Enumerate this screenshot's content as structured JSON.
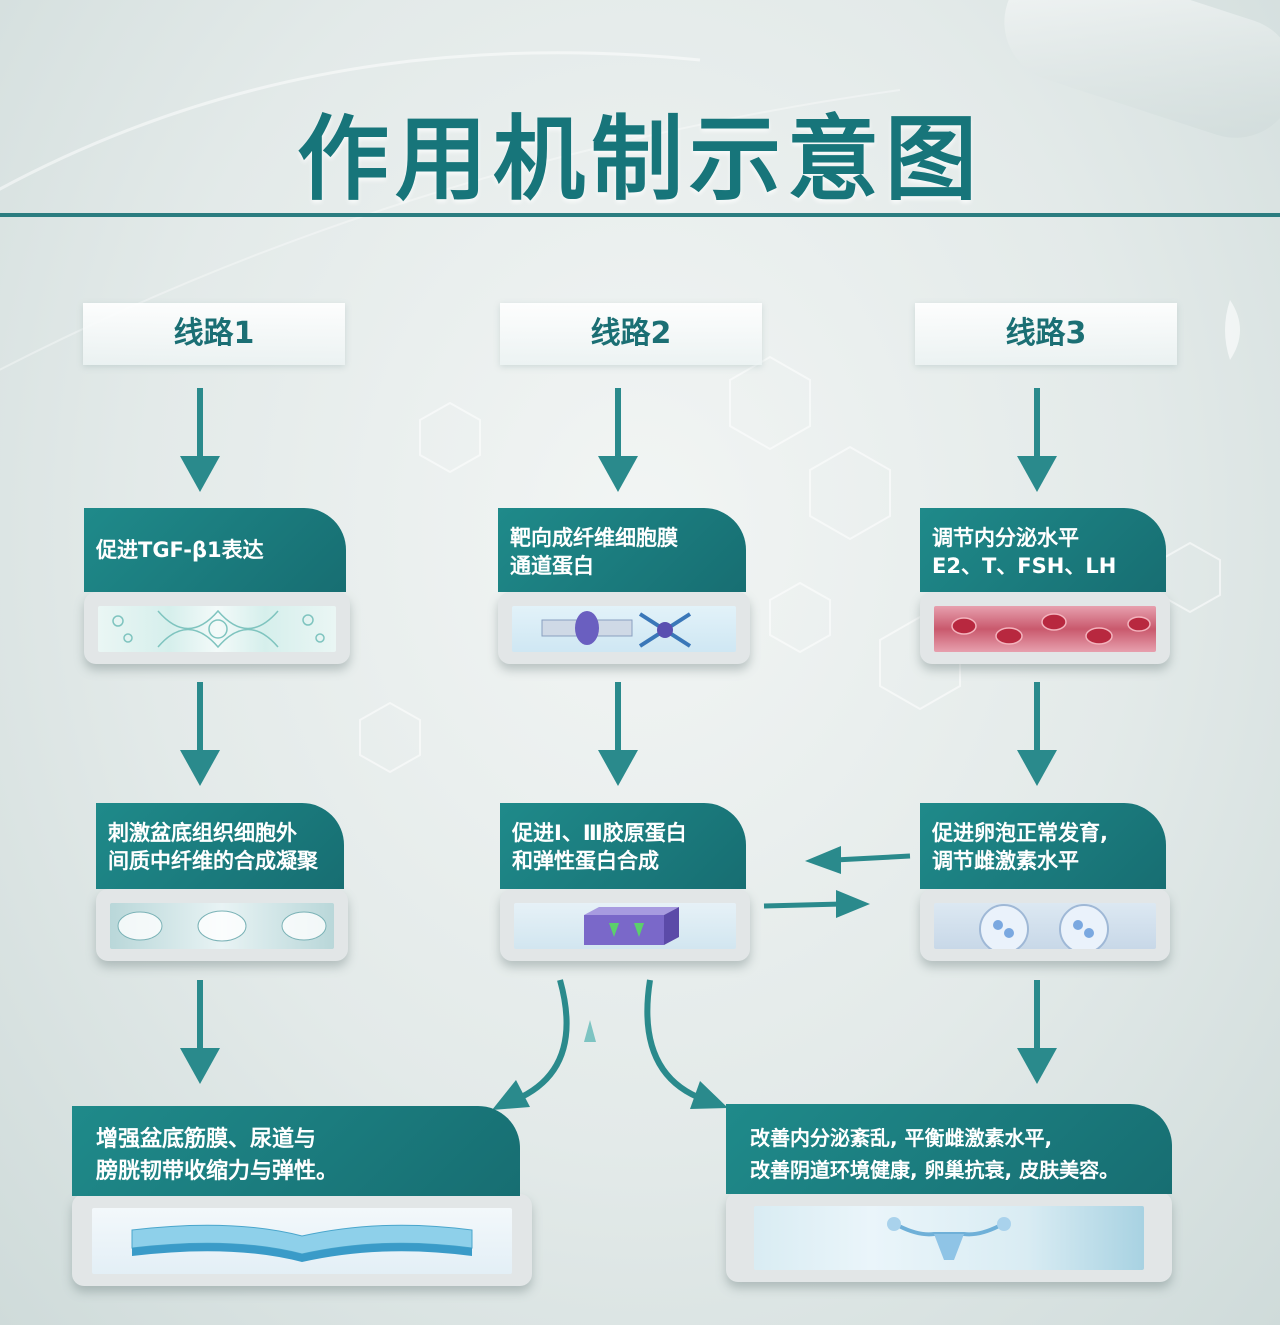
{
  "title": "作用机制示意图",
  "routes": [
    {
      "label": "线路1"
    },
    {
      "label": "线路2"
    },
    {
      "label": "线路3"
    }
  ],
  "steps": {
    "r1_s1": [
      "促进TGF-β1表达"
    ],
    "r1_s2": [
      "刺激盆底组织细胞外",
      "间质中纤维的合成凝聚"
    ],
    "r2_s1": [
      "靶向成纤维细胞膜",
      "通道蛋白"
    ],
    "r2_s2": [
      "促进Ⅰ、Ⅲ胶原蛋白",
      "和弹性蛋白合成"
    ],
    "r3_s1": [
      "调节内分泌水平",
      "E2、T、FSH、LH"
    ],
    "r3_s2": [
      "促进卵泡正常发育,",
      "调节雌激素水平"
    ]
  },
  "results": {
    "left": [
      "增强盆底筋膜、尿道与",
      "膀胱韧带收缩力与弹性。"
    ],
    "right": [
      "改善内分泌紊乱, 平衡雌激素水平,",
      "改善阴道环境健康, 卵巢抗衰, 皮肤美容。"
    ]
  },
  "colors": {
    "accent": "#17757a",
    "card_head": "#1f8a8a",
    "arrow": "#2a8a8c"
  }
}
